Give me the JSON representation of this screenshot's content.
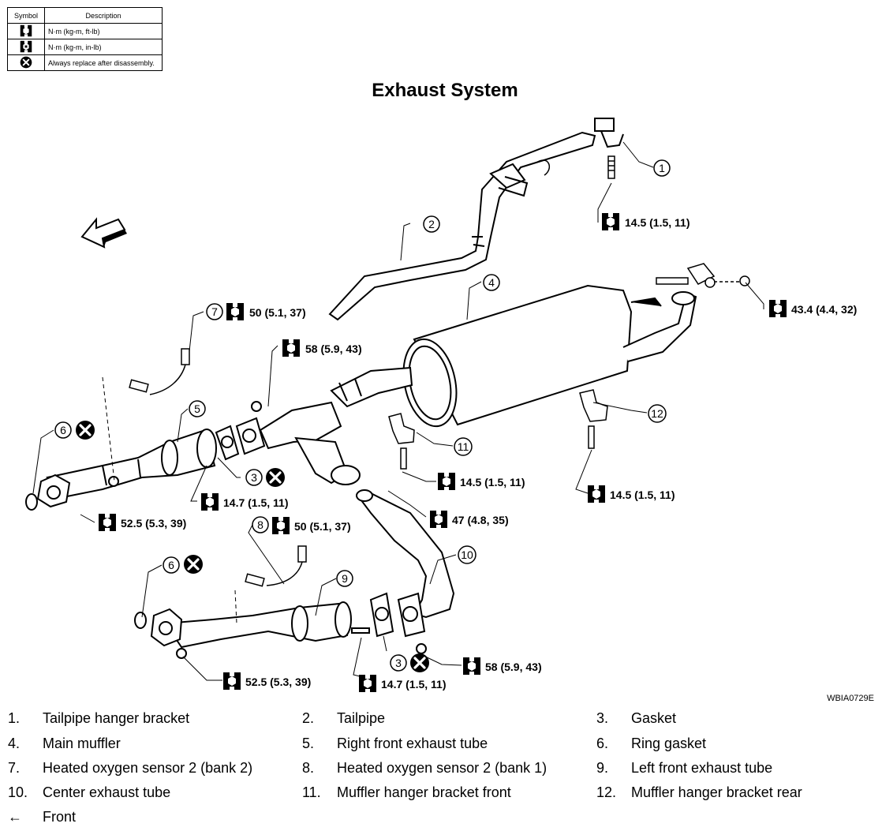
{
  "legend": {
    "headers": {
      "symbol": "Symbol",
      "description": "Description"
    },
    "rows": [
      {
        "icon": "torque-wrench-icon",
        "description": "N·m (kg-m, ft-lb)"
      },
      {
        "icon": "torque-wrench-inlb-icon",
        "description": "N·m (kg-m, in-lb)"
      },
      {
        "icon": "replace-x-icon",
        "description": "Always replace after disassembly."
      }
    ]
  },
  "title": "Exhaust System",
  "figure_code": "WBIA0729E",
  "callouts": {
    "c1": "1",
    "c2": "2",
    "c3a": "3",
    "c3b": "3",
    "c4": "4",
    "c5": "5",
    "c6a": "6",
    "c6b": "6",
    "c7": "7",
    "c8": "8",
    "c9": "9",
    "c10": "10",
    "c11": "11",
    "c12": "12"
  },
  "torques": {
    "t1": "14.5 (1.5, 11)",
    "t2": "43.4 (4.4, 32)",
    "t3": "50 (5.1, 37)",
    "t4": "58 (5.9, 43)",
    "t5": "14.5 (1.5, 11)",
    "t6": "14.5 (1.5, 11)",
    "t7": "14.7 (1.5, 11)",
    "t8": "47 (4.8, 35)",
    "t9": "52.5 (5.3, 39)",
    "t10": "50 (5.1, 37)",
    "t11": "58 (5.9, 43)",
    "t12": "52.5 (5.3, 39)",
    "t13": "14.7 (1.5, 11)"
  },
  "parts": [
    {
      "num": "1.",
      "name": "Tailpipe hanger bracket"
    },
    {
      "num": "2.",
      "name": "Tailpipe"
    },
    {
      "num": "3.",
      "name": "Gasket"
    },
    {
      "num": "4.",
      "name": "Main muffler"
    },
    {
      "num": "5.",
      "name": "Right front exhaust tube"
    },
    {
      "num": "6.",
      "name": "Ring gasket"
    },
    {
      "num": "7.",
      "name": "Heated oxygen sensor 2 (bank 2)"
    },
    {
      "num": "8.",
      "name": "Heated oxygen sensor 2 (bank 1)"
    },
    {
      "num": "9.",
      "name": "Left front exhaust tube"
    },
    {
      "num": "10.",
      "name": "Center exhaust tube"
    },
    {
      "num": "11.",
      "name": "Muffler hanger bracket front"
    },
    {
      "num": "12.",
      "name": "Muffler hanger bracket rear"
    }
  ],
  "front_note": {
    "symbol": "←",
    "label": "Front"
  }
}
